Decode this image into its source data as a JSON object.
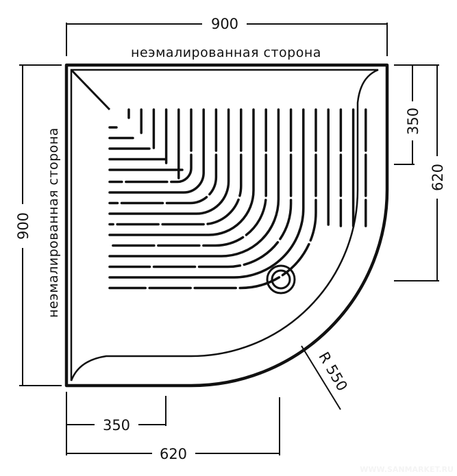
{
  "title": "Corner shower tray dimensions",
  "labels": {
    "unenameled_top": "неэмалированная сторона",
    "unenameled_left": "неэмалированная сторона"
  },
  "dimensions": {
    "top_width": "900",
    "left_height": "900",
    "right_straight": "350",
    "right_total": "620",
    "bottom_straight": "350",
    "bottom_total": "620",
    "radius": "R 550"
  },
  "watermark": "WWW.SANMARKET.RU",
  "colors": {
    "line": "#111111",
    "background": "#ffffff"
  }
}
